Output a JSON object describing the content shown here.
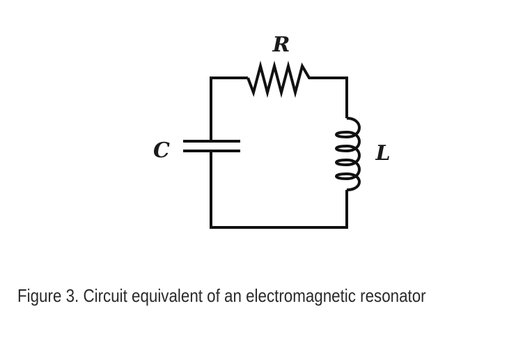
{
  "diagram": {
    "labels": {
      "resistor": "R",
      "capacitor": "C",
      "inductor": "L"
    }
  },
  "caption": "Figure 3. Circuit equivalent of an electromagnetic resonator"
}
